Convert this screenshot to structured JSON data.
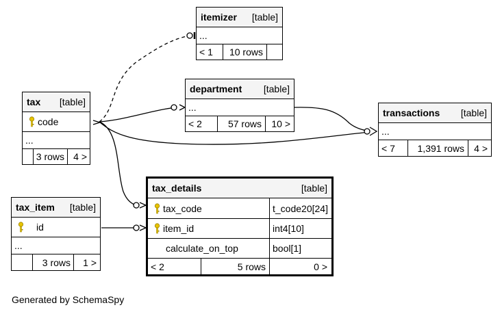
{
  "tables": {
    "itemizer": {
      "name": "itemizer",
      "type": "[table]",
      "placeholder": "...",
      "footer": [
        "< 1",
        "10 rows",
        ""
      ]
    },
    "department": {
      "name": "department",
      "type": "[table]",
      "placeholder": "...",
      "footer": [
        "< 2",
        "57 rows",
        "10 >"
      ]
    },
    "tax": {
      "name": "tax",
      "type": "[table]",
      "columns": [
        {
          "name": "code",
          "pk": true
        }
      ],
      "placeholder": "...",
      "footer": [
        "",
        "3 rows",
        "4 >"
      ]
    },
    "transactions": {
      "name": "transactions",
      "type": "[table]",
      "placeholder": "...",
      "footer": [
        "< 7",
        "1,391 rows",
        "4 >"
      ]
    },
    "tax_item": {
      "name": "tax_item",
      "type": "[table]",
      "columns": [
        {
          "name": "id",
          "pk": true
        }
      ],
      "placeholder": "...",
      "footer": [
        "",
        "3 rows",
        "1 >"
      ]
    },
    "tax_details": {
      "name": "tax_details",
      "type": "[table]",
      "columns": [
        {
          "name": "tax_code",
          "pk": true,
          "datatype": "t_code20[24]"
        },
        {
          "name": "item_id",
          "pk": true,
          "datatype": "int4[10]"
        },
        {
          "name": "calculate_on_top",
          "pk": false,
          "datatype": "bool[1]"
        }
      ],
      "footer": [
        "< 2",
        "5 rows",
        "0 >"
      ]
    }
  },
  "colors": {
    "line": "#000000",
    "header_bg": "#f4f4f4",
    "key_icon": "#e8c400"
  },
  "icons": {
    "primary_key": "key-icon"
  },
  "generated_by": "Generated by SchemaSpy"
}
